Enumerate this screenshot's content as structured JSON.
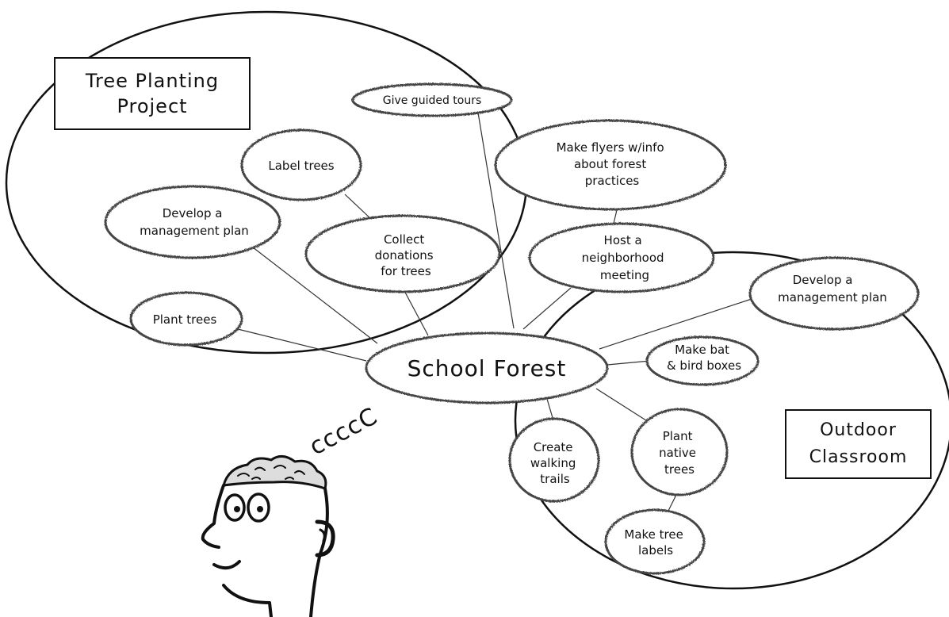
{
  "title_boxes": {
    "tree_planting": "Tree Planting\nProject",
    "outdoor_classroom": "Outdoor\nClassroom"
  },
  "center": "School Forest",
  "nodes": {
    "give_tours": [
      "Give guided tours"
    ],
    "make_flyers": [
      "Make flyers w/info",
      "about forest",
      "practices"
    ],
    "label_trees": [
      "Label trees"
    ],
    "develop_plan_left": [
      "Develop a",
      "management plan"
    ],
    "collect_donations": [
      "Collect",
      "donations",
      "for trees"
    ],
    "host_meeting": [
      "Host a",
      "neighborhood",
      "meeting"
    ],
    "develop_plan_right": [
      "Develop a",
      "management plan"
    ],
    "plant_trees": [
      "Plant trees"
    ],
    "bat_bird_boxes": [
      "Make bat",
      "& bird boxes"
    ],
    "walking_trails": [
      "Create",
      "walking",
      "trails"
    ],
    "native_trees": [
      "Plant",
      "native",
      "trees"
    ],
    "tree_labels": [
      "Make tree",
      "labels"
    ]
  },
  "thought_bubble": "ccccC",
  "colors": {
    "ink": "#111111",
    "sketch": "#555555",
    "background": "#ffffff"
  }
}
